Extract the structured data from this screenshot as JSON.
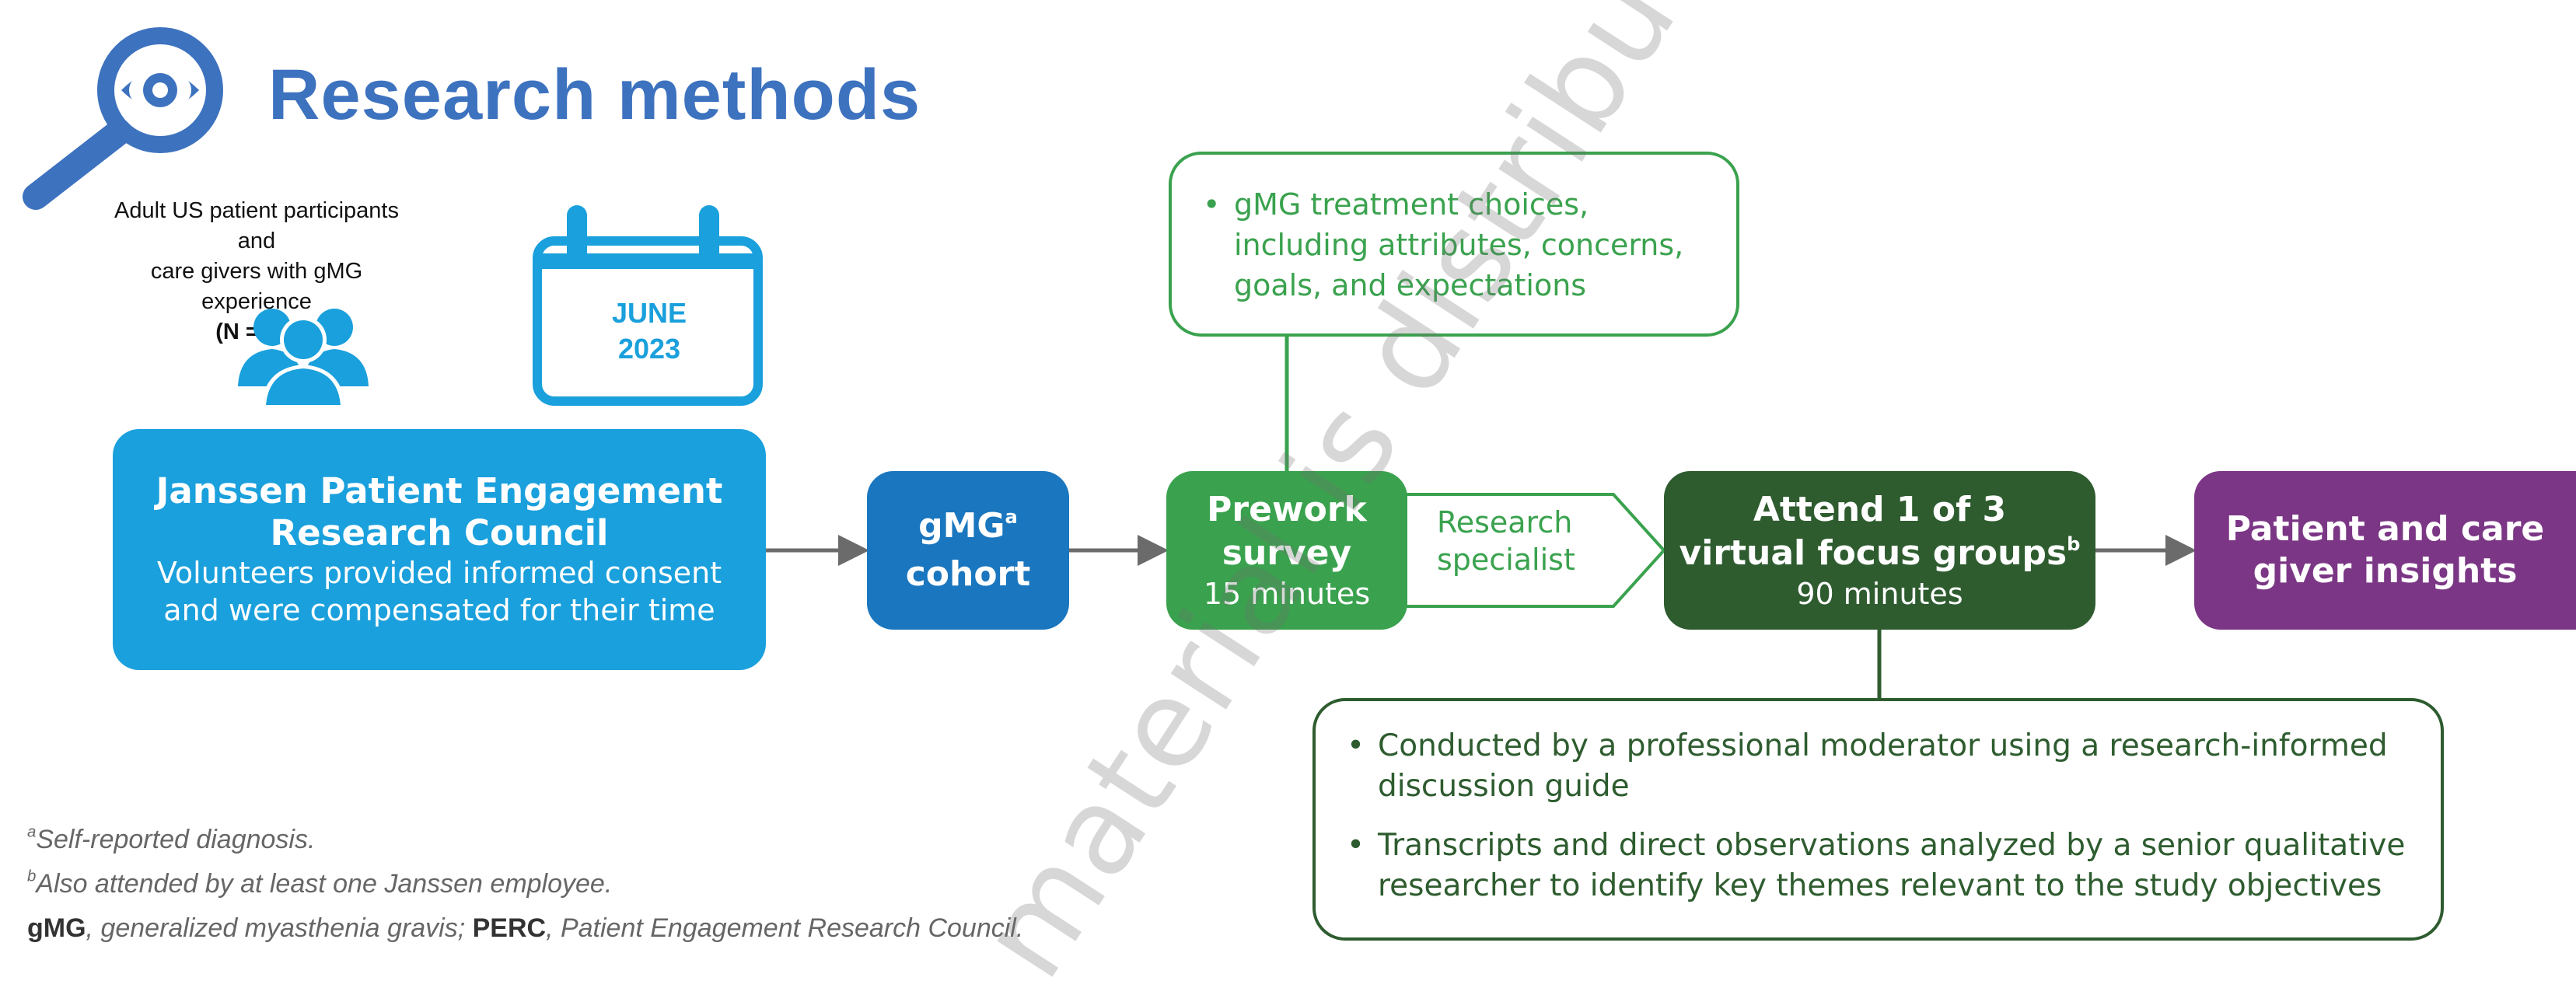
{
  "title": "Research methods",
  "icons": {
    "header": "magnifier-eye-icon",
    "people": "people-group-icon",
    "date": "calendar-icon"
  },
  "participants": {
    "line1": "Adult US patient participants and",
    "line2": "care givers with gMG experience",
    "count": "(N = 15)"
  },
  "date": {
    "month": "JUNE",
    "year": "2023"
  },
  "council": {
    "title_line1": "Janssen Patient Engagement",
    "title_line2": "Research Council",
    "desc_line1": "Volunteers provided informed consent",
    "desc_line2": "and were compensated for their time"
  },
  "cohort": {
    "line1": "gMG",
    "footnote": "a",
    "line2": "cohort"
  },
  "survey": {
    "line1": "Prework",
    "line2": "survey",
    "duration": "15 minutes"
  },
  "specialist": {
    "line1": "Research",
    "line2": "specialist"
  },
  "focus": {
    "line1": "Attend 1 of 3",
    "line2": "virtual focus groups",
    "footnote": "b",
    "duration": "90 minutes"
  },
  "insights": {
    "line1": "Patient and care",
    "line2": "giver insights"
  },
  "survey_topics": {
    "bullet": "•",
    "line1": "gMG treatment choices,",
    "line2": "including attributes, concerns,",
    "line3": "goals, and expectations"
  },
  "focus_details": {
    "bullet": "•",
    "item1_line1": "Conducted by a professional moderator using a research-informed",
    "item1_line2": "discussion guide",
    "item2_line1": "Transcripts and direct observations analyzed by a senior qualitative",
    "item2_line2": "researcher to identify key themes relevant to the study objectives"
  },
  "footnotes": {
    "a_mark": "a",
    "a_text": "Self-reported diagnosis.",
    "b_mark": "b",
    "b_text": "Also attended by at least one Janssen employee.",
    "abbr1_term": "gMG",
    "abbr1_def": ", generalized myasthenia gravis; ",
    "abbr2_term": "PERC",
    "abbr2_def": ", Patient Engagement Research Council."
  },
  "watermark": "material is distributed fo",
  "colors": {
    "title": "#3d72bf",
    "council": "#1aa0dc",
    "cohort": "#1a76be",
    "survey": "#3aa24e",
    "focus": "#2e5c2f",
    "insights": "#7b3685",
    "arrow": "#6b6b6b"
  }
}
